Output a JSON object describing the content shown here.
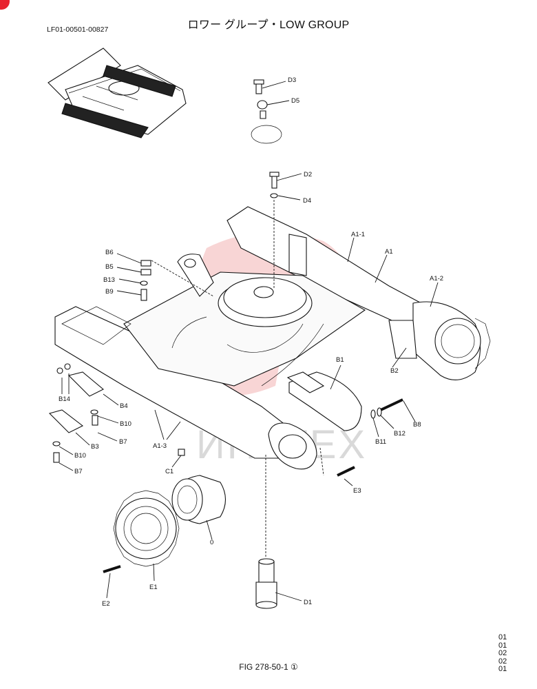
{
  "header": {
    "title": "ロワー グループ・LOW GROUP",
    "doc_number": "LF01-00501-00827"
  },
  "footer": {
    "figure": "FIG 278-50-1 ①",
    "codes": [
      "01",
      "01",
      "02",
      "02",
      "01"
    ]
  },
  "watermark": {
    "text": "ИНЗТЕХ"
  },
  "callouts": [
    "D3",
    "D5",
    "D2",
    "D4",
    "A1-1",
    "A1",
    "A1-2",
    "B6",
    "B5",
    "B13",
    "B9",
    "B1",
    "B2",
    "B8",
    "B12",
    "B11",
    "B14",
    "B4",
    "B10",
    "B7",
    "B3",
    "B10",
    "B7",
    "A1-3",
    "C1",
    "E3",
    "0",
    "E1",
    "E2",
    "D1"
  ],
  "colors": {
    "watermark": "#f2b3b3",
    "badge": "#e8232f",
    "line": "#111111"
  }
}
